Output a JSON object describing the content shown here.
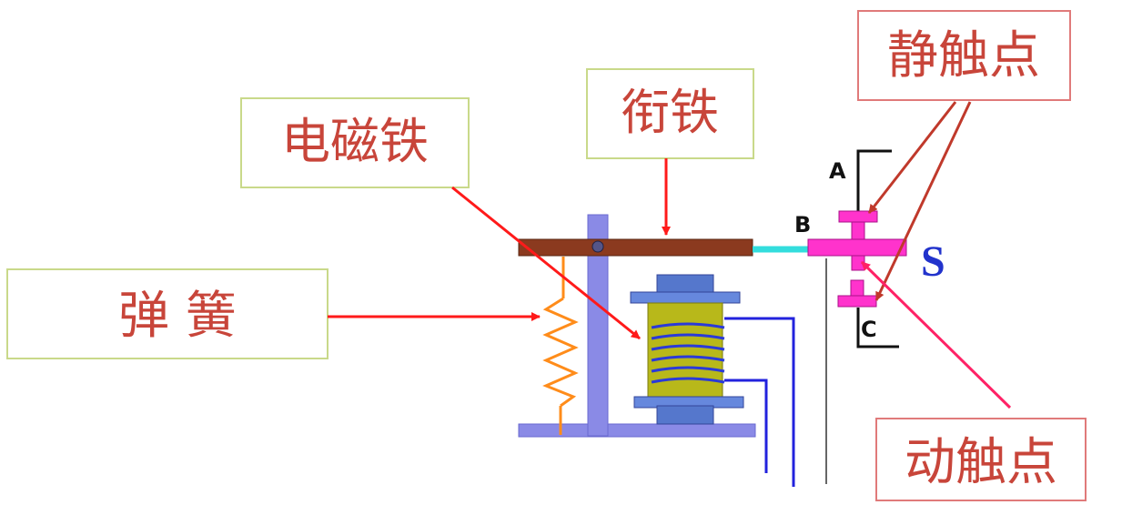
{
  "labels": {
    "electromagnet": "电磁铁",
    "armature": "衔铁",
    "spring": "弹 簧",
    "static_contact": "静触点",
    "moving_contact": "动触点"
  },
  "terminals": {
    "a": "A",
    "b": "B",
    "c": "C",
    "s": "S"
  },
  "colors": {
    "label_text": "#c8453a",
    "label_border": "#c9d98a",
    "label_border_red": "#e07a7a",
    "pointer_red": "#ff1a1a",
    "armature": "#8b3a1f",
    "frame": "#8a8ae6",
    "spring": "#ff8c1a",
    "coil_core": "#b8b81a",
    "coil_wire": "#2a3ad8",
    "wire": "#2222dd",
    "contact": "#ff33cc",
    "link": "#33dddd",
    "s_color": "#2233cc"
  }
}
